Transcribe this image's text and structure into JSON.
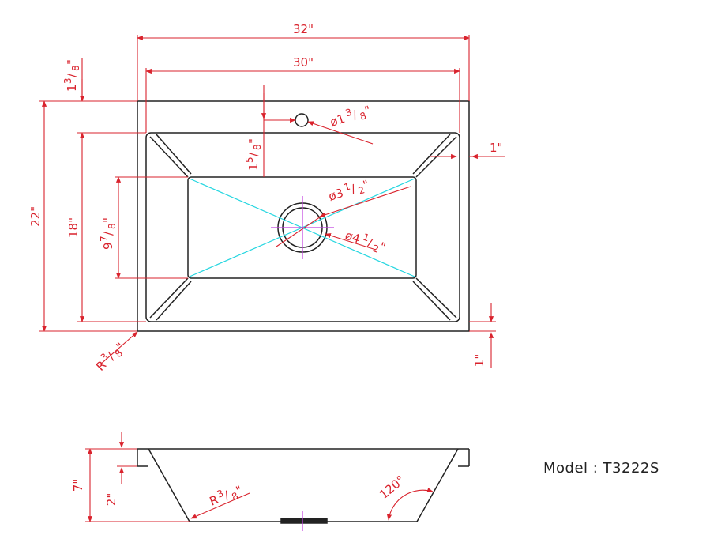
{
  "colors": {
    "outline": "#222222",
    "dimension": "#d9232d",
    "diagonal": "#25d6e0",
    "center": "#c040e0"
  },
  "top_view": {
    "overall_width": "32\"",
    "bowl_width": "30\"",
    "overall_depth": "22\"",
    "bowl_depth": "18\"",
    "deck_top": {
      "whole": "1",
      "frac_num": "3",
      "frac_den": "8",
      "unit": "\""
    },
    "faucet_offset": {
      "whole": "1",
      "frac_num": "5",
      "frac_den": "8",
      "unit": "\""
    },
    "faucet_hole": {
      "prefix": "ø1",
      "frac_num": "3",
      "frac_den": "8",
      "unit": "\""
    },
    "side_rim": "1\"",
    "floor_depth": {
      "whole": "9",
      "frac_num": "7",
      "frac_den": "8",
      "unit": "\""
    },
    "drain_inner": {
      "prefix": "ø3",
      "frac_num": "1",
      "frac_den": "2",
      "unit": "\""
    },
    "drain_outer": {
      "prefix": "ø4",
      "frac_num": "1",
      "frac_den": "2",
      "unit": "\""
    },
    "corner_radius": {
      "prefix": "R",
      "frac_num": "3",
      "frac_den": "8",
      "unit": "\""
    },
    "bottom_rim": "1\""
  },
  "side_view": {
    "total_height": "7\"",
    "deck_height": "2\"",
    "bottom_radius": {
      "prefix": "R",
      "frac_num": "3",
      "frac_den": "8",
      "unit": "\""
    },
    "angle": "120°"
  },
  "model_label": "Model : T3222S"
}
